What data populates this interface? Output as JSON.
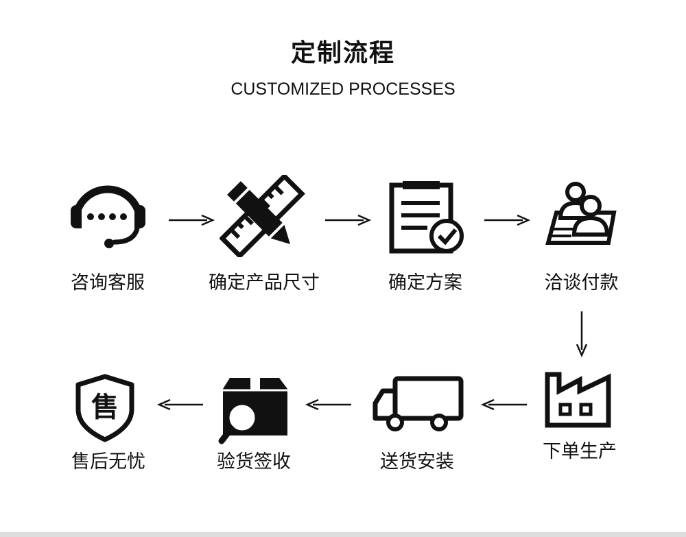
{
  "header": {
    "title": "定制流程",
    "subtitle": "CUSTOMIZED PROCESSES"
  },
  "steps": [
    {
      "label": "咨询客服",
      "icon": "headset-icon"
    },
    {
      "label": "确定产品尺寸",
      "icon": "ruler-pencil-icon"
    },
    {
      "label": "确定方案",
      "icon": "clipboard-check-icon"
    },
    {
      "label": "洽谈付款",
      "icon": "users-meeting-icon"
    },
    {
      "label": "下单生产",
      "icon": "factory-icon"
    },
    {
      "label": "送货安装",
      "icon": "delivery-truck-icon"
    },
    {
      "label": "验货签收",
      "icon": "box-inspect-icon"
    },
    {
      "label": "售后无忧",
      "icon": "after-sales-shield-icon"
    }
  ],
  "shield_glyph": "售",
  "colors": {
    "icon": "#111111",
    "text": "#111111",
    "background": "#ffffff"
  }
}
